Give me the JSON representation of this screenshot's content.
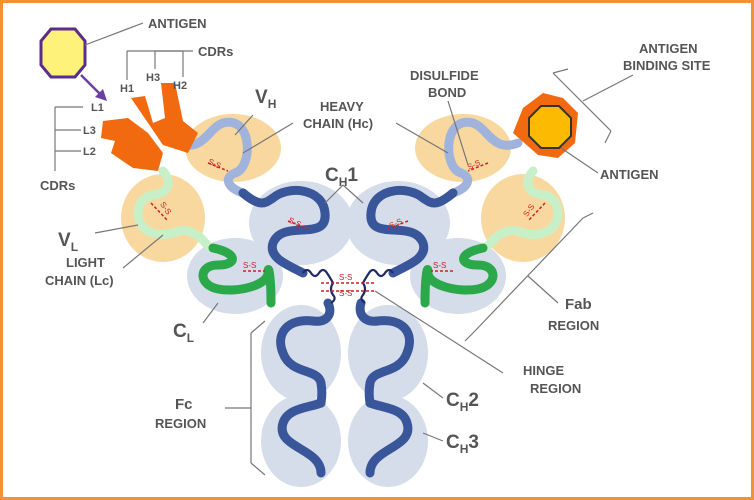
{
  "labels": {
    "antigen_top": "ANTIGEN",
    "cdrs_top": "CDRs",
    "h1": "H1",
    "h2": "H2",
    "h3": "H3",
    "l1": "L1",
    "l2": "L2",
    "l3": "L3",
    "cdrs_left": "CDRs",
    "vl_main": "V",
    "vl_sub": "L",
    "vh_main": "V",
    "vh_sub": "H",
    "heavy_chain_1": "HEAVY",
    "heavy_chain_2": "CHAIN (Hc)",
    "ch1_main": "C",
    "ch1_sub": "H",
    "ch1_num": "1",
    "disulfide_1": "DISULFIDE",
    "disulfide_2": "BOND",
    "binding_site_1": "ANTIGEN",
    "binding_site_2": "BINDING SITE",
    "antigen_right": "ANTIGEN",
    "light_chain_1": "LIGHT",
    "light_chain_2": "CHAIN (Lc)",
    "cl_main": "C",
    "cl_sub": "L",
    "fab_1": "Fab",
    "fab_2": "REGION",
    "hinge_1": "HINGE",
    "hinge_2": "REGION",
    "fc_1": "Fc",
    "fc_2": "REGION",
    "ch2_main": "C",
    "ch2_sub": "H",
    "ch2_num": "2",
    "ch3_main": "C",
    "ch3_sub": "H",
    "ch3_num": "3",
    "ss": "S-S"
  },
  "colors": {
    "border": "#f0923a",
    "antigen_fill": "#fff27a",
    "antigen_stroke": "#5a2d8a",
    "arrow": "#6a3fa0",
    "heavy_chain": "#3a569a",
    "heavy_chain_light": "#9fb3dc",
    "light_chain": "#2aa84a",
    "light_chain_light": "#c8f0c8",
    "cdr": "#f26a10",
    "variable_bg": "#f8d89e",
    "constant_bg": "#d5dcea",
    "disulfide": "#cc2222",
    "label": "#555555"
  }
}
